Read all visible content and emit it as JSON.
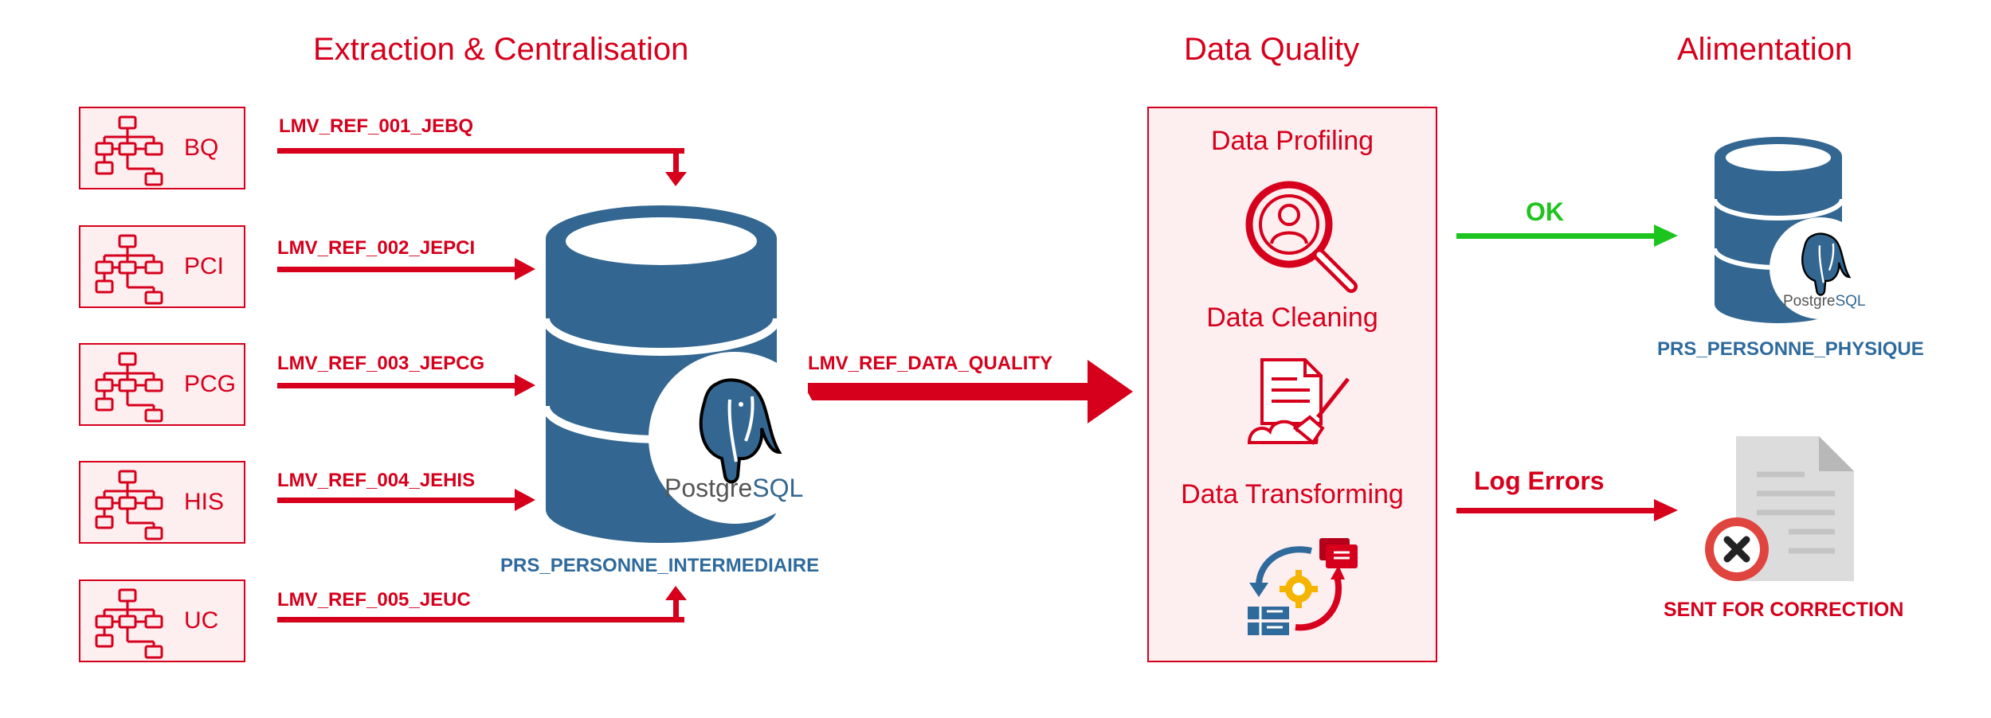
{
  "headings": {
    "extraction": "Extraction & Centralisation",
    "quality": "Data Quality",
    "alimentation": "Alimentation"
  },
  "sources": [
    {
      "label": "BQ",
      "flow": "LMV_REF_001_JEBQ"
    },
    {
      "label": "PCI",
      "flow": "LMV_REF_002_JEPCI"
    },
    {
      "label": "PCG",
      "flow": "LMV_REF_003_JEPCG"
    },
    {
      "label": "HIS",
      "flow": "LMV_REF_004_JEHIS"
    },
    {
      "label": "UC",
      "flow": "LMV_REF_005_JEUC"
    }
  ],
  "intermediate_db": {
    "name": "PRS_PERSONNE_INTERMEDIAIRE",
    "logo_text_a": "Postgre",
    "logo_text_b": "SQL"
  },
  "quality_flow": "LMV_REF_DATA_QUALITY",
  "quality_steps": [
    "Data Profiling",
    "Data Cleaning",
    "Data Transforming"
  ],
  "ok_flow": "OK",
  "target_db": {
    "name": "PRS_PERSONNE_PHYSIQUE",
    "logo_text_a": "Postgre",
    "logo_text_b": "SQL"
  },
  "error_flow": "Log Errors",
  "correction": "SENT FOR CORRECTION",
  "colors": {
    "red": "#d6001c",
    "pink_bg": "#fdeef0",
    "db_blue": "#336791",
    "label_blue": "#2f6a9c",
    "green": "#1ec41e",
    "doc_grey": "#dcdcdc"
  }
}
